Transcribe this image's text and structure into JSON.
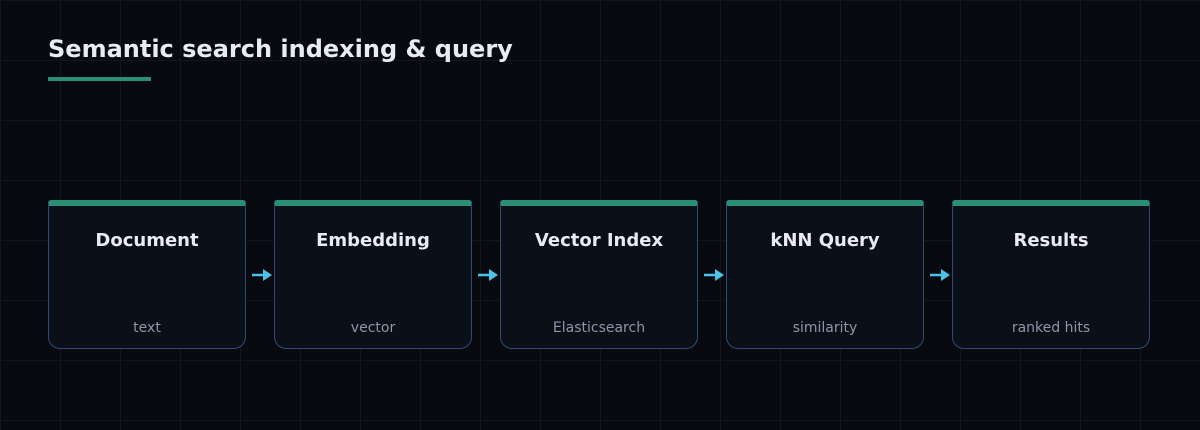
{
  "diagram": {
    "title": "Semantic search indexing & query",
    "stages": [
      {
        "title": "Document",
        "subtitle": "text"
      },
      {
        "title": "Embedding",
        "subtitle": "vector"
      },
      {
        "title": "Vector Index",
        "subtitle": "Elasticsearch"
      },
      {
        "title": "kNN Query",
        "subtitle": "similarity"
      },
      {
        "title": "Results",
        "subtitle": "ranked hits"
      }
    ],
    "connector_icon": "arrow-right-icon",
    "colors": {
      "background": "#090a0f",
      "accent": "#2b8f76",
      "box_border": "#2f4a78",
      "box_fill": "#0b0f18",
      "arrow": "#4cc3e8",
      "title_text": "#e8ecf2",
      "subtitle_text": "#8c97a9"
    }
  }
}
